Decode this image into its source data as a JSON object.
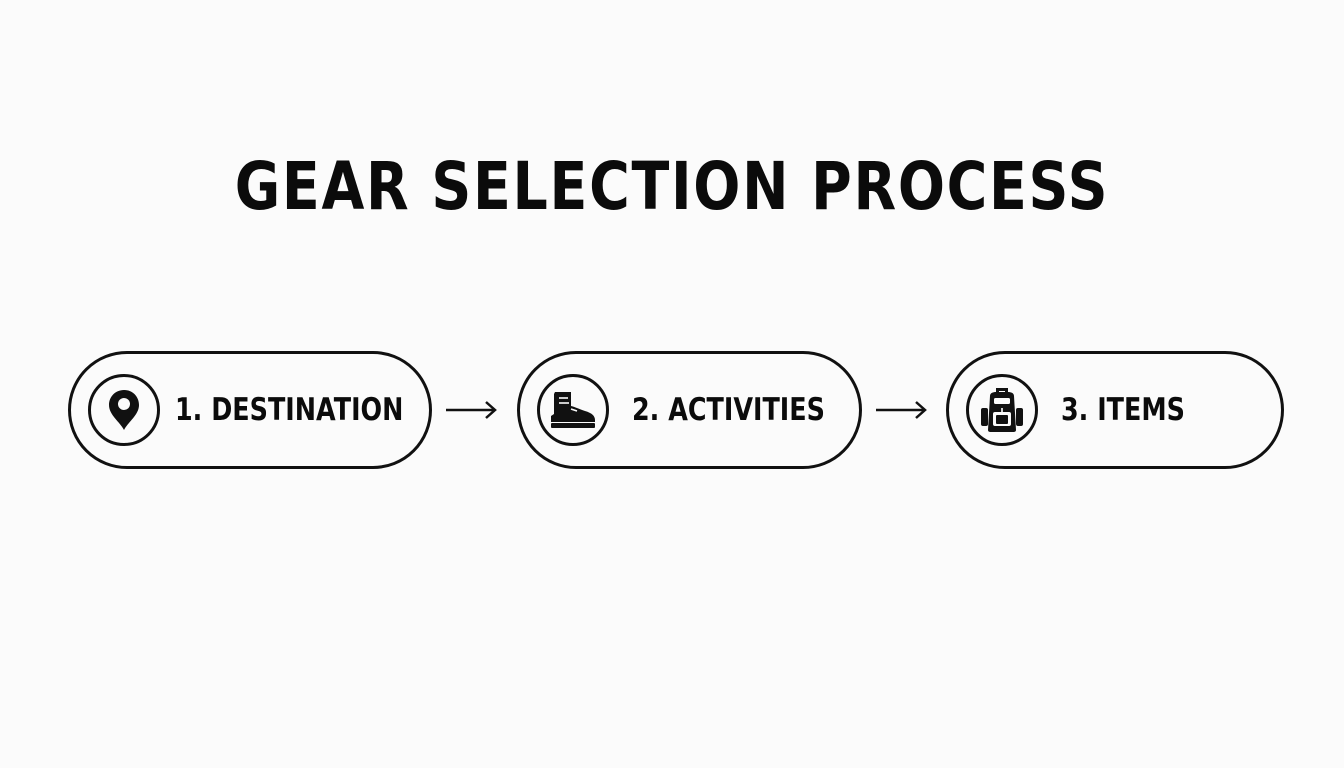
{
  "title": "GEAR SELECTION PROCESS",
  "steps": [
    {
      "label": "1. DESTINATION",
      "icon": "map-pin-icon"
    },
    {
      "label": "2. ACTIVITIES",
      "icon": "hiking-boot-icon"
    },
    {
      "label": "3. ITEMS",
      "icon": "backpack-icon"
    }
  ],
  "colors": {
    "background": "#fbfbfb",
    "ink": "#111111"
  }
}
